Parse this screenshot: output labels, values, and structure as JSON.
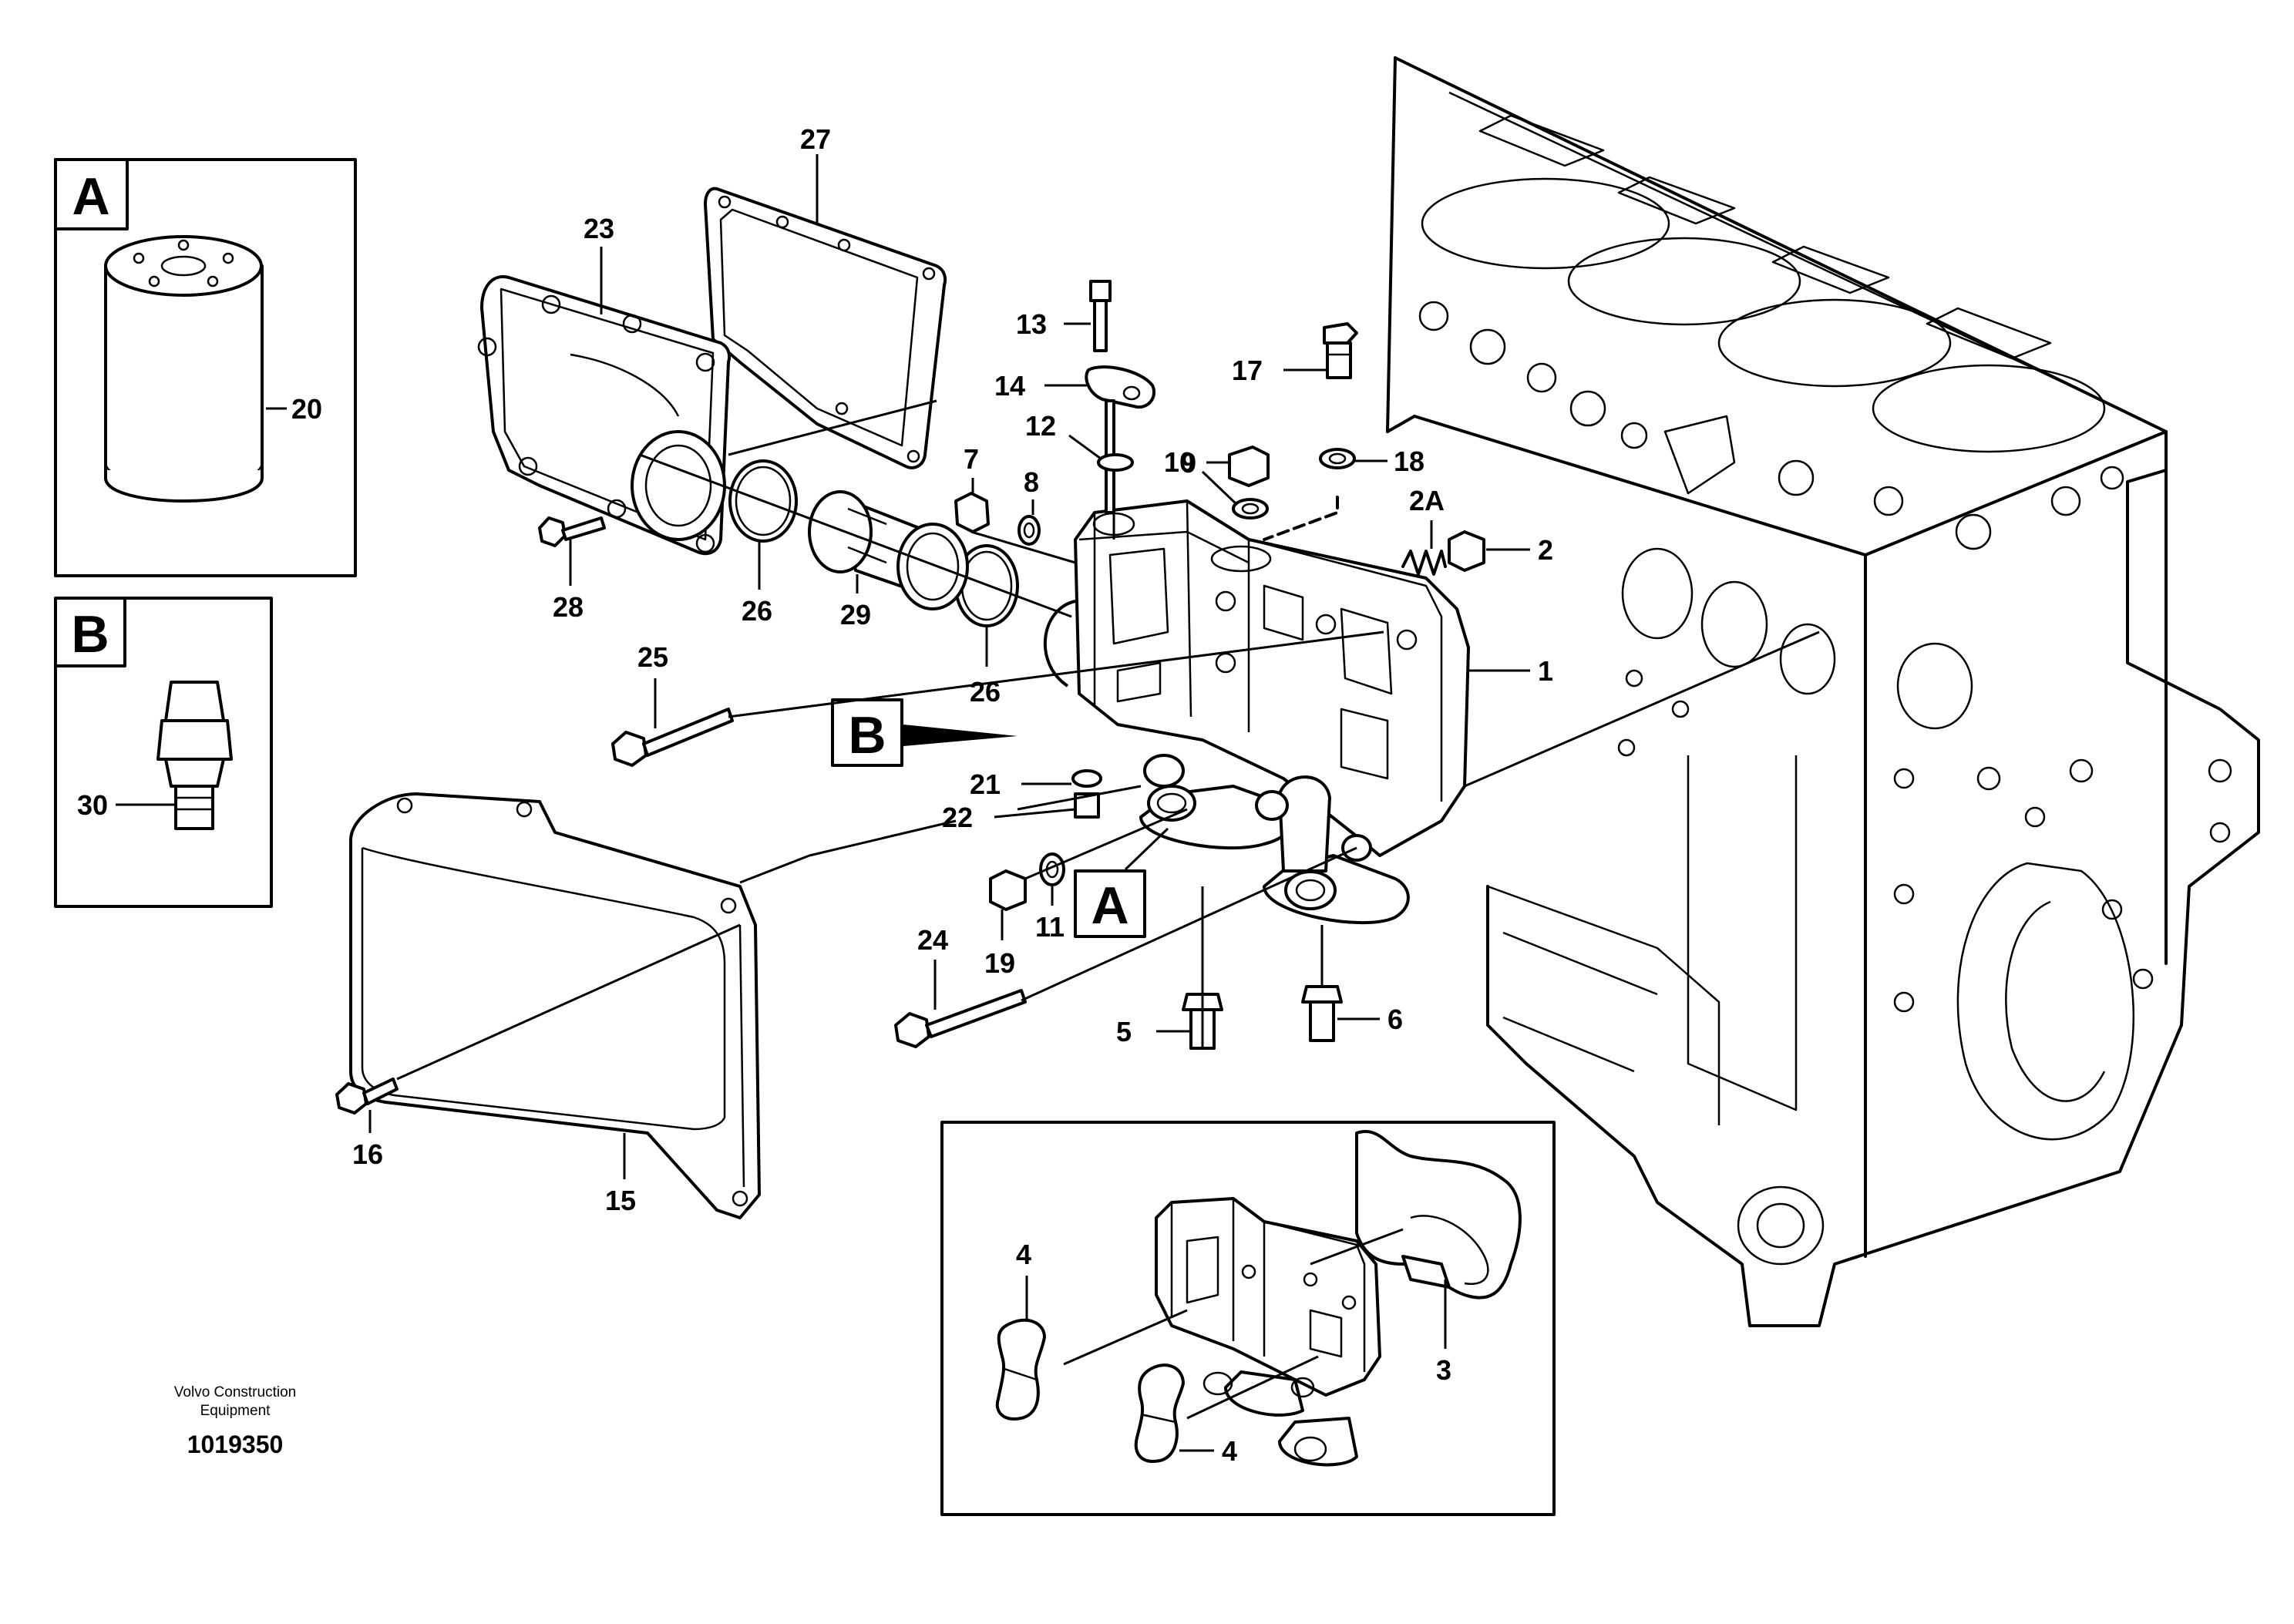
{
  "callouts": {
    "c1": "1",
    "c2": "2",
    "c2a": "2A",
    "c3": "3",
    "c4a": "4",
    "c4b": "4",
    "c5": "5",
    "c6": "6",
    "c7": "7",
    "c8": "8",
    "c9": "9",
    "c10": "10",
    "c11": "11",
    "c12": "12",
    "c13": "13",
    "c14": "14",
    "c15": "15",
    "c16": "16",
    "c17": "17",
    "c18": "18",
    "c19": "19",
    "c20": "20",
    "c21": "21",
    "c22": "22",
    "c23": "23",
    "c24": "24",
    "c25": "25",
    "c26a": "26",
    "c26b": "26",
    "c27": "27",
    "c28": "28",
    "c29": "29",
    "c30": "30"
  },
  "views": {
    "view_a_label": "A",
    "view_b_label": "B",
    "ref_a_label": "A",
    "ref_b_label": "B"
  },
  "footer": {
    "credit_line1": "Volvo Construction",
    "credit_line2": "Equipment",
    "doc_number": "1019350"
  },
  "colors": {
    "line": "#000000",
    "background": "#ffffff"
  }
}
